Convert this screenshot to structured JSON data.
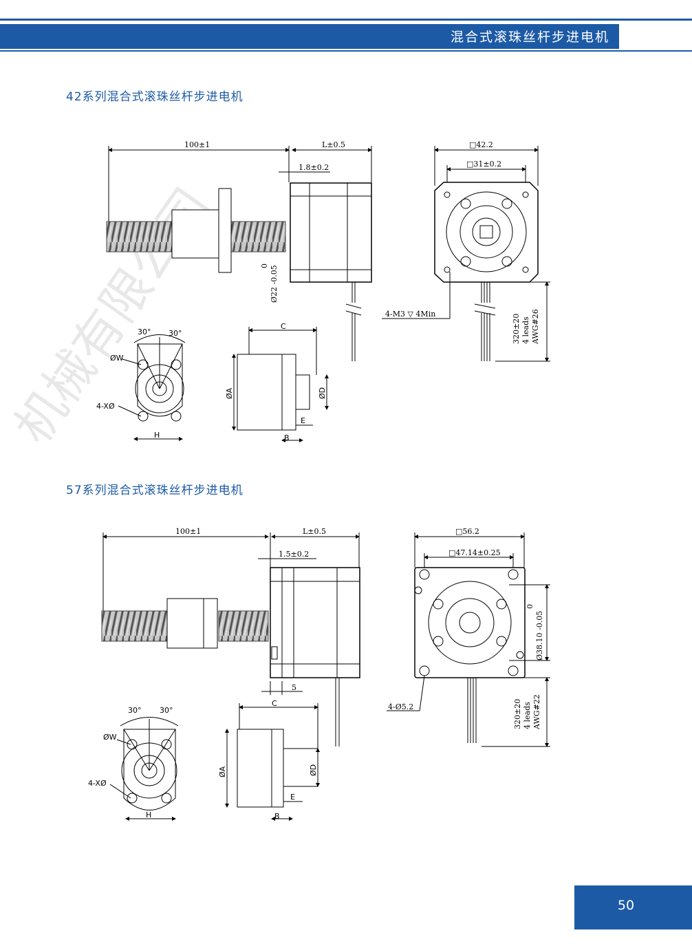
{
  "header": {
    "title": "混合式滚珠丝杆步进电机"
  },
  "page_number": "50",
  "watermark": "机械有限公司",
  "section1": {
    "title": "42系列混合式滚珠丝杆步进电机",
    "dims": {
      "screw_len": "100±1",
      "body_len": "L±0.5",
      "boss": "1.8±0.2",
      "boss_dia": "Ø22 -0.05",
      "boss_tol": "0",
      "mount_hole": "4-M3 ▽ 4Min",
      "flange": "□42.2",
      "hole_pitch": "□31±0.2",
      "lead_len": "320±20",
      "leads": "4 leads",
      "awg": "AWG#26"
    }
  },
  "section2": {
    "title": "57系列混合式滚珠丝杆步进电机",
    "dims": {
      "screw_len": "100±1",
      "body_len": "L±0.5",
      "boss": "1.5±0.2",
      "gap": "5",
      "flange": "□56.2",
      "hole_pitch": "□47.14±0.25",
      "boss_dia": "Ø38.10 -0.05",
      "boss_tol": "0",
      "mount_hole": "4-Ø5.2",
      "lead_len": "320±20",
      "leads": "4 leads",
      "awg": "AWG#22"
    }
  },
  "nut": {
    "angle1": "30°",
    "angle2": "30°",
    "w": "ØW",
    "x": "4-XØ",
    "h": "H",
    "c": "C",
    "a": "ØA",
    "d": "ØD",
    "e": "E",
    "b": "B"
  }
}
